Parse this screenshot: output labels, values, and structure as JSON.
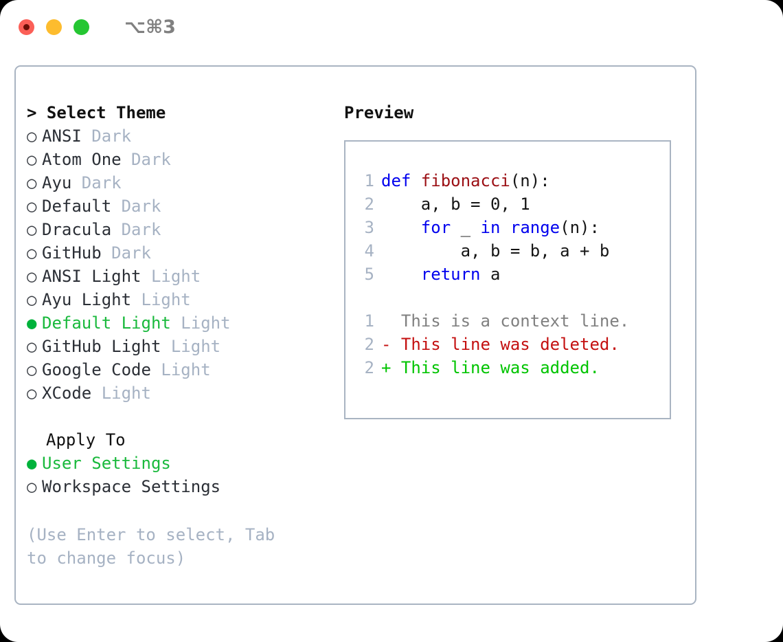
{
  "window": {
    "shortcut": "⌥⌘3",
    "traffic_lights": [
      {
        "name": "close",
        "color": "#fb5f57"
      },
      {
        "name": "minimize",
        "color": "#fdbc2e"
      },
      {
        "name": "maximize",
        "color": "#25c632"
      }
    ]
  },
  "theme_panel": {
    "heading_prefix": ">",
    "heading": "Select Theme",
    "selected_bullet": "●",
    "unselected_bullet": "○",
    "themes": [
      {
        "name": "ANSI",
        "badge": "Dark",
        "selected": false
      },
      {
        "name": "Atom One",
        "badge": "Dark",
        "selected": false
      },
      {
        "name": "Ayu",
        "badge": "Dark",
        "selected": false
      },
      {
        "name": "Default",
        "badge": "Dark",
        "selected": false
      },
      {
        "name": "Dracula",
        "badge": "Dark",
        "selected": false
      },
      {
        "name": "GitHub",
        "badge": "Dark",
        "selected": false
      },
      {
        "name": "ANSI Light",
        "badge": "Light",
        "selected": false
      },
      {
        "name": "Ayu Light",
        "badge": "Light",
        "selected": false
      },
      {
        "name": "Default Light",
        "badge": "Light",
        "selected": true
      },
      {
        "name": "GitHub Light",
        "badge": "Light",
        "selected": false
      },
      {
        "name": "Google Code",
        "badge": "Light",
        "selected": false
      },
      {
        "name": "XCode",
        "badge": "Light",
        "selected": false
      }
    ]
  },
  "apply_to": {
    "heading": "Apply To",
    "options": [
      {
        "name": "User Settings",
        "selected": true
      },
      {
        "name": "Workspace Settings",
        "selected": false
      }
    ]
  },
  "hint": "(Use Enter to select, Tab to change focus)",
  "preview": {
    "title": "Preview",
    "code_lines": [
      {
        "num": "1",
        "tokens": [
          {
            "t": "def ",
            "c": "kw"
          },
          {
            "t": "fibonacci",
            "c": "fn"
          },
          {
            "t": "(n):",
            "c": "plain"
          }
        ]
      },
      {
        "num": "2",
        "tokens": [
          {
            "t": "    a, b = 0, 1",
            "c": "plain"
          }
        ]
      },
      {
        "num": "3",
        "tokens": [
          {
            "t": "    ",
            "c": "plain"
          },
          {
            "t": "for",
            "c": "kw"
          },
          {
            "t": " _ ",
            "c": "plain"
          },
          {
            "t": "in",
            "c": "kw"
          },
          {
            "t": " ",
            "c": "plain"
          },
          {
            "t": "range",
            "c": "kw"
          },
          {
            "t": "(n):",
            "c": "plain"
          }
        ]
      },
      {
        "num": "4",
        "tokens": [
          {
            "t": "        a, b = b, a + b",
            "c": "plain"
          }
        ]
      },
      {
        "num": "5",
        "tokens": [
          {
            "t": "    ",
            "c": "plain"
          },
          {
            "t": "return",
            "c": "kw"
          },
          {
            "t": " a",
            "c": "plain"
          }
        ]
      }
    ],
    "diff_lines": [
      {
        "num": "1",
        "marker": " ",
        "text": " This is a context line.",
        "kind": "ctx"
      },
      {
        "num": "2",
        "marker": "-",
        "text": " This line was deleted.",
        "kind": "del"
      },
      {
        "num": "2",
        "marker": "+",
        "text": " This line was added.",
        "kind": "add"
      }
    ]
  },
  "colors": {
    "accent_green": "#19b93c",
    "badge_gray": "#a6b2c3",
    "border": "#a9b4c2",
    "keyword_blue": "#0000ee",
    "function_red": "#9b0f14",
    "diff_add": "#00c400",
    "diff_del": "#c41010"
  }
}
